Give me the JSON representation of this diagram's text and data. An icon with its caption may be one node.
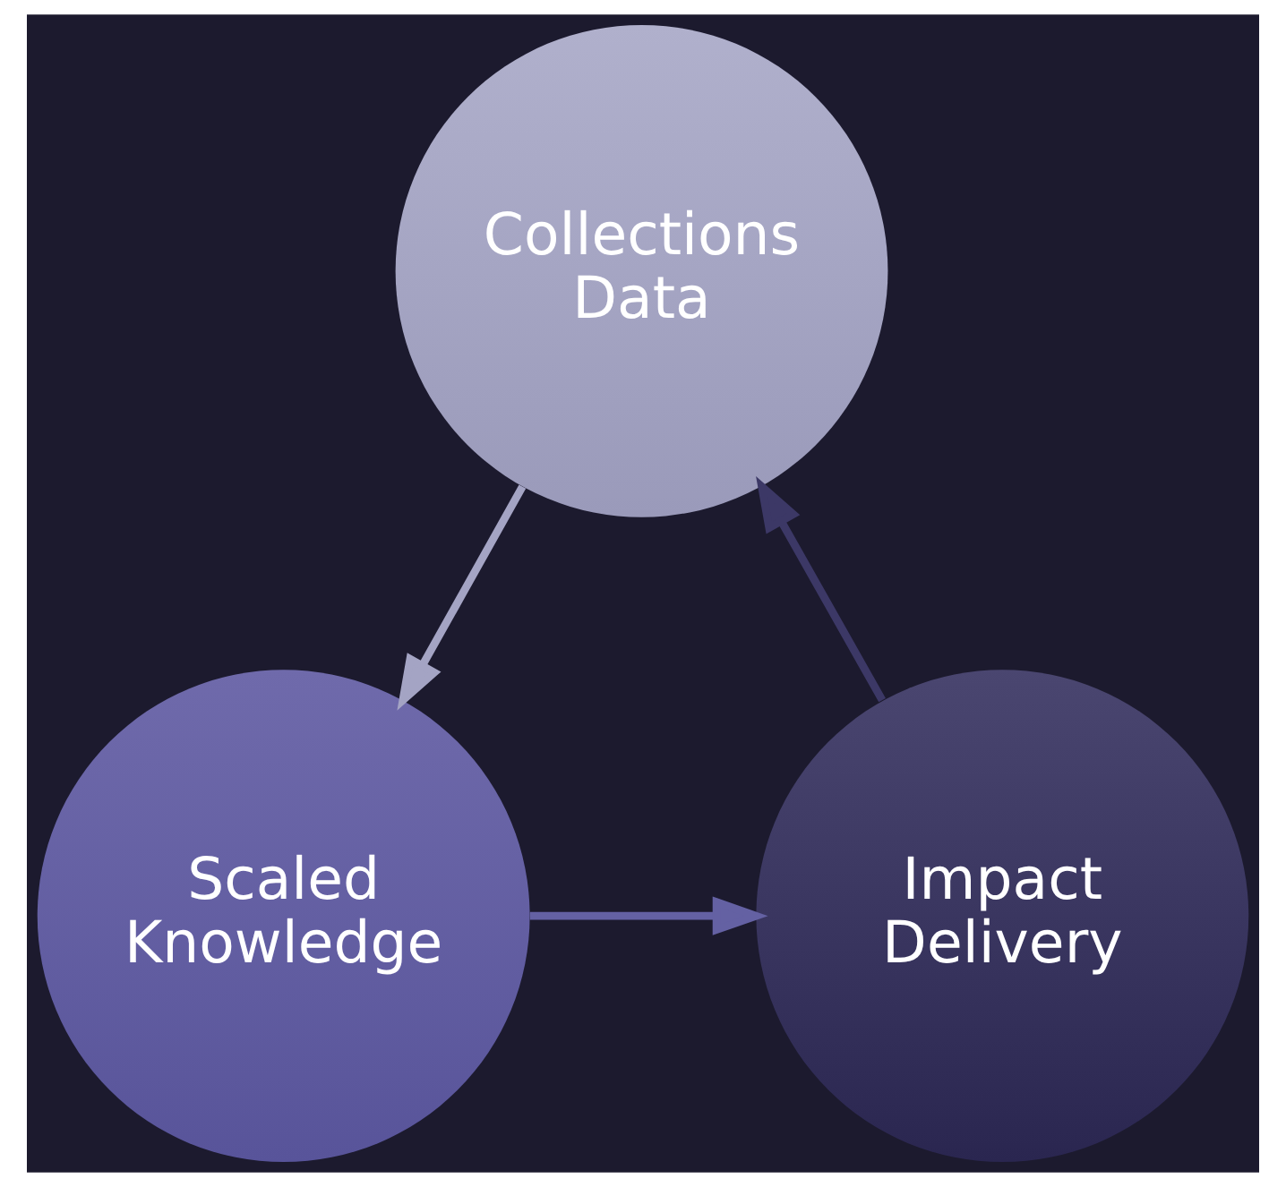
{
  "diagram": {
    "nodes": [
      {
        "text": [
          "Collections Data"
        ]
      },
      {
        "text": [
          "Scaled Knowledge"
        ]
      },
      {
        "text": [
          "Impact Delivery"
        ]
      }
    ],
    "edges": [
      {
        "from": 0,
        "to": 1,
        "arrow": "to",
        "color": "#a4a4c4"
      },
      {
        "from": 1,
        "to": 2,
        "arrow": "to",
        "color": "#6461a3"
      },
      {
        "from": 2,
        "to": 0,
        "arrow": "to",
        "color": "#3c3866"
      }
    ]
  }
}
